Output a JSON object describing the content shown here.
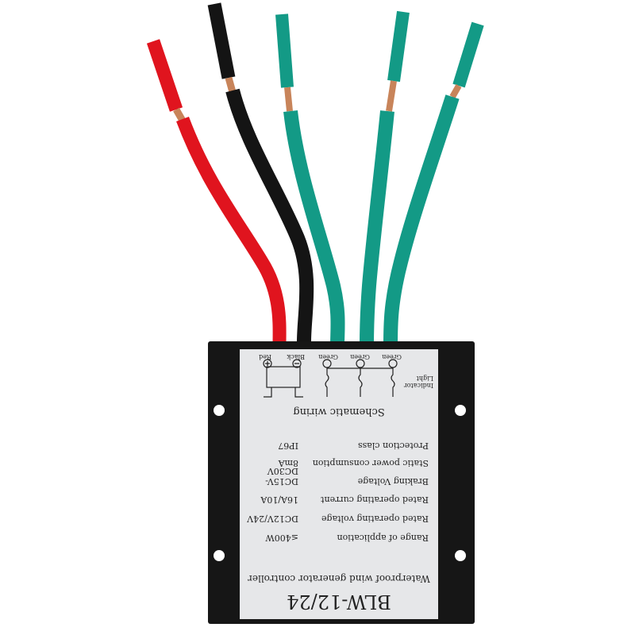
{
  "product": {
    "model": "BLW-12/24",
    "description": "Waterproof wind generator controller",
    "specs": [
      {
        "label": "Range of application",
        "value": "≤400W"
      },
      {
        "label": "Rated operating voltage",
        "value": "DC12V/24V"
      },
      {
        "label": "Rated operating current",
        "value": "16A/10A"
      },
      {
        "label": "Braking Voltage",
        "value": "DC15V-DC30V"
      },
      {
        "label": "Static power consumption",
        "value": "8mA"
      },
      {
        "label": "Protection class",
        "value": "IP67"
      }
    ],
    "schematic": {
      "title": "Schematic wiring",
      "indicator_label": "Indicator Light",
      "terminals": [
        "Green",
        "Green",
        "Green",
        "Black",
        "Red"
      ]
    }
  },
  "colors": {
    "red_wire": "#e0141e",
    "black_wire": "#141414",
    "green_wire": "#139a86",
    "copper": "#c8845a",
    "plate": "#161616",
    "label": "#e6e7e9"
  }
}
